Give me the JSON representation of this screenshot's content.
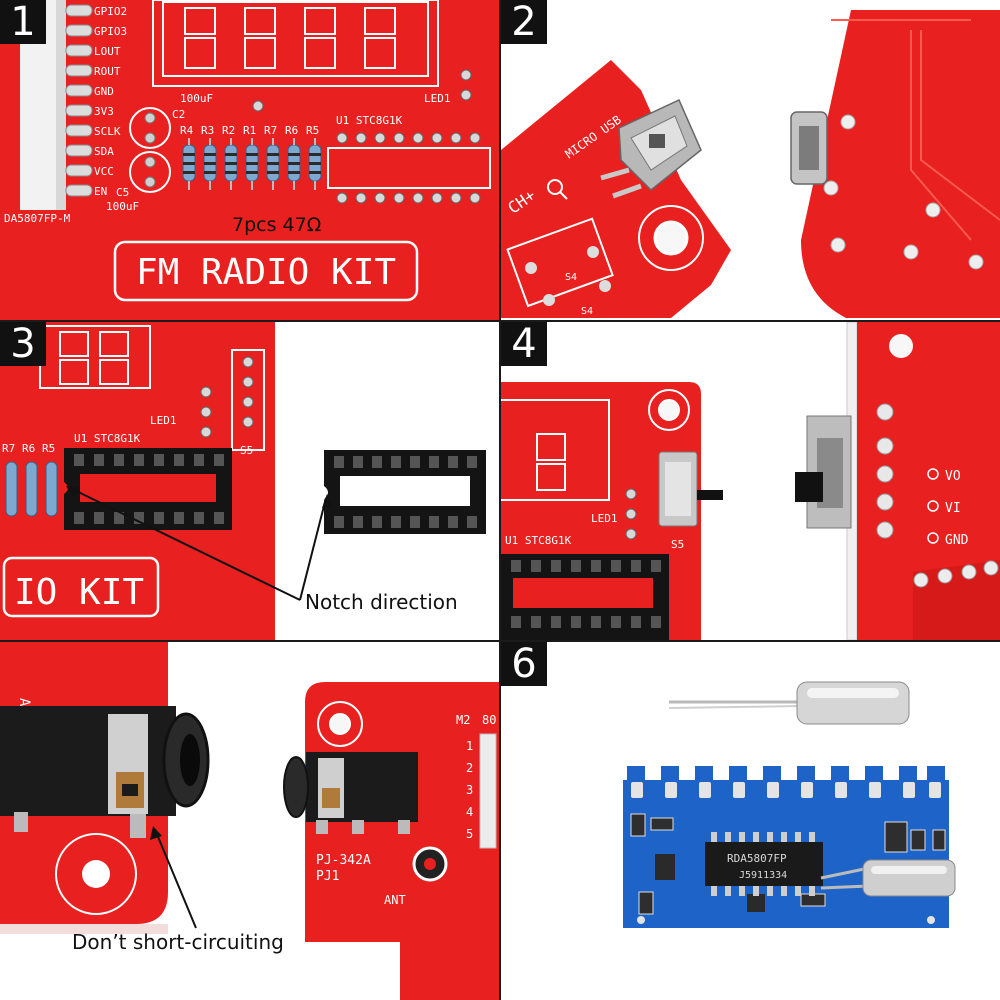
{
  "panels": [
    {
      "number": "1"
    },
    {
      "number": "2"
    },
    {
      "number": "3"
    },
    {
      "number": "4"
    },
    {
      "number": "5"
    },
    {
      "number": "6"
    }
  ],
  "captions": {
    "resistors": "7pcs 47Ω",
    "notch": "Notch direction",
    "short": "Don’t short-circuiting"
  },
  "board": {
    "kit_title": "FM RADIO KIT",
    "kit_title_partial": "IO KIT",
    "pin_labels": [
      "GPIO2",
      "GPIO3",
      "LOUT",
      "ROUT",
      "GND",
      "3V3",
      "SCLK",
      "SDA",
      "VCC",
      "EN"
    ],
    "module_label": "DA5807FP-M",
    "cap_c2": "C2",
    "cap_c5": "C5",
    "cap_value": "100uF",
    "resistor_labels": [
      "R4",
      "R3",
      "R2",
      "R1",
      "R7",
      "R6",
      "R5"
    ],
    "resistor_labels_partial": [
      "R7",
      "R6",
      "R5"
    ],
    "ic_label": "U1  STC8G1K",
    "led_label": "LED1",
    "micro_usb": "MICRO USB",
    "ch_plus": "CH+",
    "switch_s4": "S4",
    "switch_s5": "S5",
    "power_pins": [
      "VO",
      "VI",
      "GND"
    ],
    "jack_label": "PJ-342A",
    "jack_ref": "PJ1",
    "ant_label": "ANT",
    "m2_label": "M2",
    "m2_extra": "80",
    "m2_pins": [
      "1",
      "2",
      "3",
      "4",
      "5"
    ],
    "chip_name": "RDA5807FP",
    "chip_code": "J5911334"
  },
  "colors": {
    "pcb_red": "#e8201f",
    "pcb_blue": "#1e64c8",
    "silk": "#ffffff",
    "socket": "#141414"
  }
}
